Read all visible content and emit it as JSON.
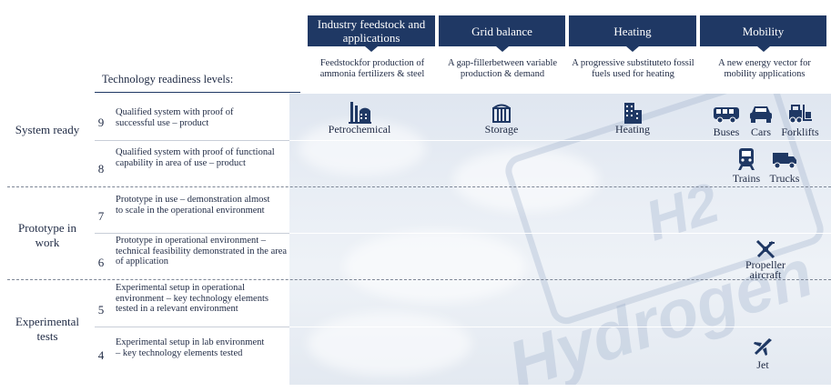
{
  "readiness_title": "Technology readiness levels:",
  "columns": [
    {
      "title": "Industry feedstock and applications",
      "subtitle": "Feedstockfor production of ammonia fertilizers & steel"
    },
    {
      "title": "Grid balance",
      "subtitle": "A gap-fillerbetween variable production & demand"
    },
    {
      "title": "Heating",
      "subtitle": "A progressive substituteto fossil fuels used for heating"
    },
    {
      "title": "Mobility",
      "subtitle": "A new energy vector for mobility applications"
    }
  ],
  "sections": [
    {
      "label": "System ready",
      "levels": [
        9,
        8
      ]
    },
    {
      "label": "Prototype in work",
      "levels": [
        7,
        6
      ]
    },
    {
      "label": "Experimental tests",
      "levels": [
        5,
        4
      ]
    }
  ],
  "levels": [
    {
      "num": "9",
      "text": "Qualified system with proof of successful use – product"
    },
    {
      "num": "8",
      "text": "Qualified system with proof of functional capability in area of use – product"
    },
    {
      "num": "7",
      "text": "Prototype in use – demonstration almost to scale in the operational environment"
    },
    {
      "num": "6",
      "text": "Prototype in operational environment – technical feasibility demonstrated in the area of application"
    },
    {
      "num": "5",
      "text": "Experimental setup in operational environment – key technology elements tested in a relevant environment"
    },
    {
      "num": "4",
      "text": "Experimental setup in lab environment – key technology elements tested"
    }
  ],
  "applications": [
    {
      "label": "Petrochemical",
      "icon": "refinery-icon",
      "column": "Industry feedstock and applications",
      "level": 9
    },
    {
      "label": "Storage",
      "icon": "storage-tank-icon",
      "column": "Grid balance",
      "level": 9
    },
    {
      "label": "Heating",
      "icon": "building-icon",
      "column": "Heating",
      "level": 9
    },
    {
      "label": "Buses",
      "icon": "bus-icon",
      "column": "Mobility",
      "level": 9
    },
    {
      "label": "Cars",
      "icon": "car-icon",
      "column": "Mobility",
      "level": 9
    },
    {
      "label": "Forklifts",
      "icon": "forklift-icon",
      "column": "Mobility",
      "level": 9
    },
    {
      "label": "Trains",
      "icon": "train-icon",
      "column": "Mobility",
      "level": 8
    },
    {
      "label": "Trucks",
      "icon": "truck-icon",
      "column": "Mobility",
      "level": 8
    },
    {
      "label": "Propeller aircraft",
      "icon": "propeller-aircraft-icon",
      "column": "Mobility",
      "level": 6
    },
    {
      "label": "Jet",
      "icon": "jet-icon",
      "column": "Mobility",
      "level": 4
    }
  ],
  "watermark": {
    "text": "Hydrogen",
    "symbol": "H2"
  },
  "colors": {
    "header": "#1f3864",
    "text": "#1f2a44",
    "divider": "#7d8696"
  }
}
